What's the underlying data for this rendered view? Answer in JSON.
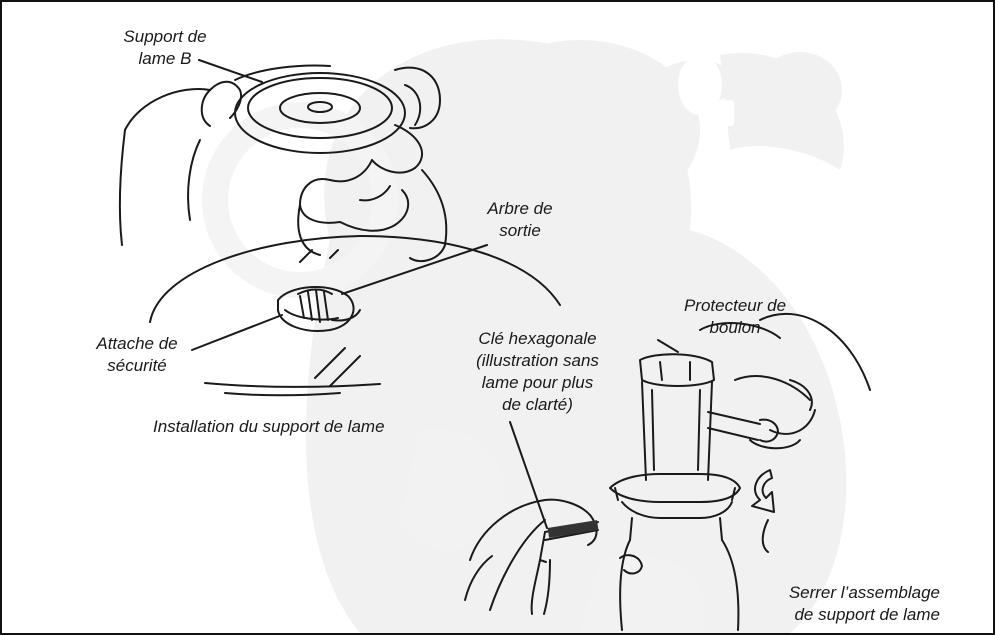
{
  "labels": {
    "support_b_line1": "Support de",
    "support_b_line2": "lame B",
    "arbre_line1": "Arbre de",
    "arbre_line2": "sortie",
    "attache_line1": "Attache de",
    "attache_line2": "sécurité",
    "caption_install": "Installation du support de lame",
    "protecteur_line1": "Protecteur de",
    "protecteur_line2": "boulon",
    "cle_line1": "Clé hexagonale",
    "cle_line2": "(illustration sans",
    "cle_line3": "lame pour plus",
    "cle_line4": "de clarté)",
    "caption_serrer_line1": "Serrer l’assemblage",
    "caption_serrer_line2": "de support de lame"
  },
  "colors": {
    "ink": "#1a1a1a",
    "watermark": "#f0f0f0",
    "frame": "#111111"
  },
  "watermark": {
    "kind": "beaver-mascot-silhouette"
  }
}
